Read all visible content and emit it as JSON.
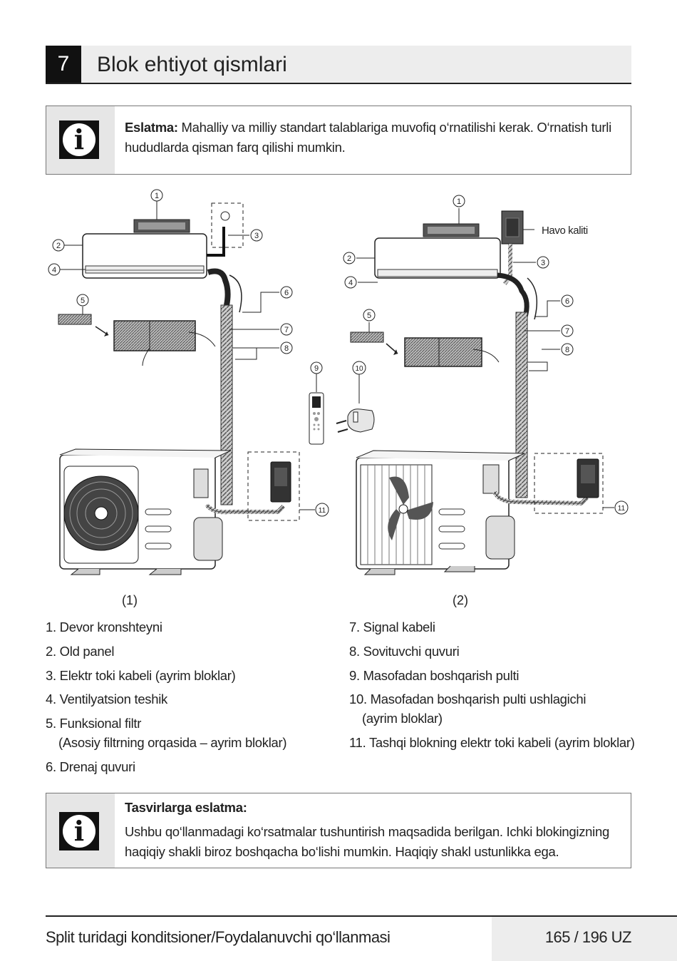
{
  "section": {
    "number": "7",
    "title": "Blok ehtiyot qismlari"
  },
  "note1": {
    "label": "Eslatma:",
    "text": " Mahalliy va milliy standart talablariga muvofiq o‘rnatilishi kerak. O‘rnatish turli hududlarda qisman farq qilishi mumkin.",
    "icon": "info-icon"
  },
  "figure": {
    "panel1_label": "(1)",
    "panel2_label": "(2)",
    "switch_label": "Havo kaliti",
    "callouts": [
      "1",
      "2",
      "3",
      "4",
      "5",
      "6",
      "7",
      "8",
      "9",
      "10",
      "11"
    ]
  },
  "legend": {
    "item1": "1. Devor kronshteyni",
    "item2": "2. Old panel",
    "item3": "3. Elektr toki kabeli (ayrim bloklar)",
    "item4": "4. Ventilyatsion teshik",
    "item5": "5. Funksional filtr",
    "item5_sub": "(Asosiy filtrning orqasida – ayrim bloklar)",
    "item6": "6. Drenaj quvuri",
    "item7": "7. Signal kabeli",
    "item8": "8. Sovituvchi quvuri",
    "item9": "9. Masofadan boshqarish pulti",
    "item10": "10. Masofadan boshqarish pulti ushlagichi",
    "item10_sub": "(ayrim bloklar)",
    "item11": "11. Tashqi blokning elektr toki kabeli (ayrim bloklar)"
  },
  "note2": {
    "label": "Tasvirlarga eslatma:",
    "text": "Ushbu qo‘llanmadagi ko‘rsatmalar tushuntirish maqsadida berilgan. Ichki blokingizning haqiqiy shakli biroz boshqacha bo‘lishi mumkin. Haqiqiy shakl ustunlikka ega.",
    "icon": "info-icon"
  },
  "footer": {
    "left": "Split turidagi konditsioner/Foydalanuvchi qo‘llanmasi",
    "right": "165 / 196 UZ"
  }
}
